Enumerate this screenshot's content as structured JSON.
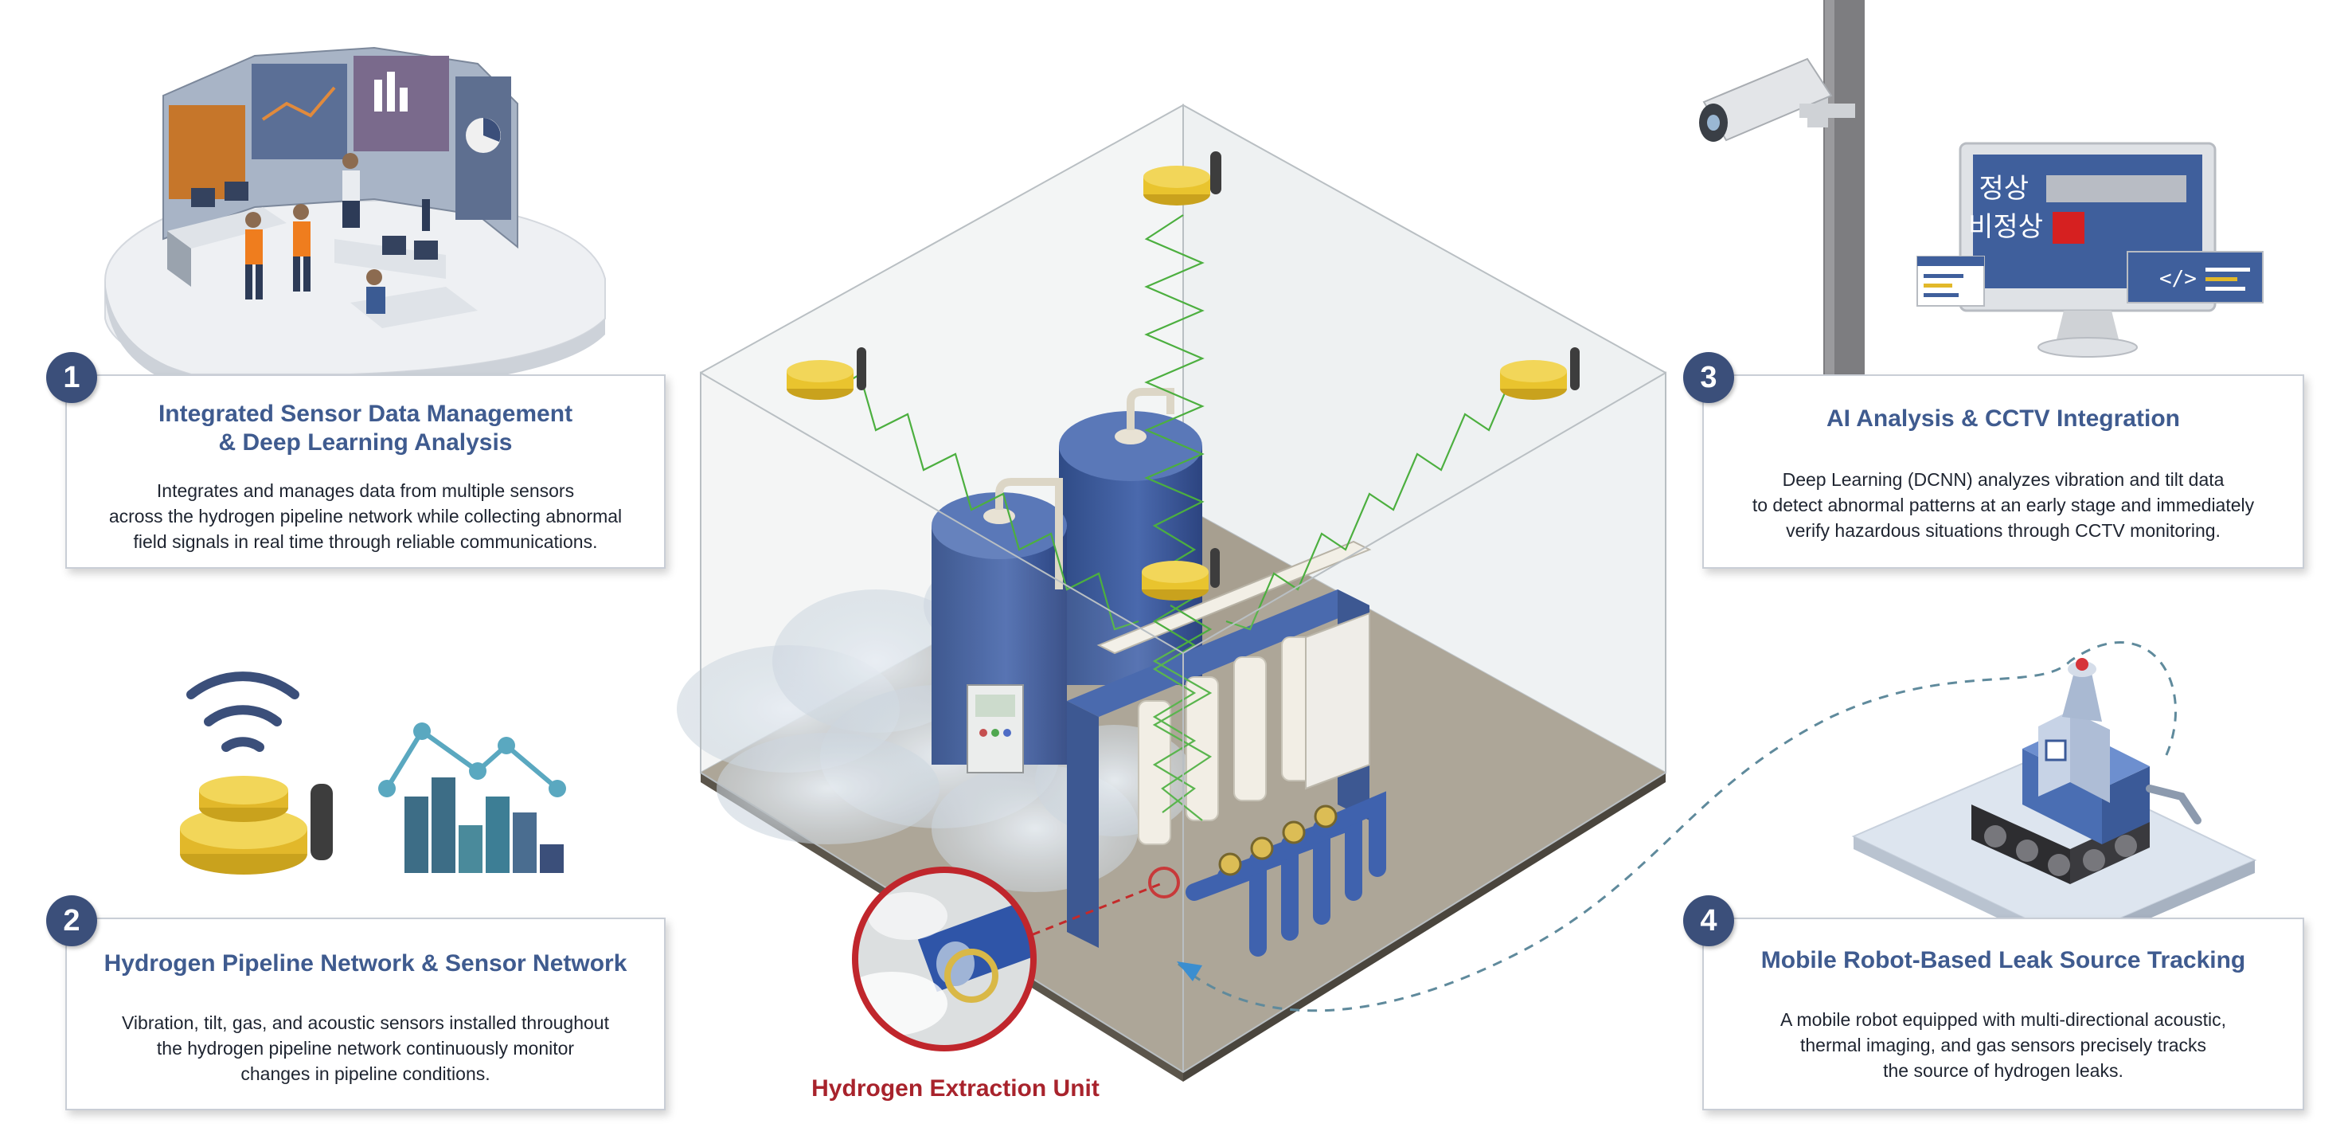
{
  "cards": [
    {
      "number": "1",
      "title": "Integrated Sensor Data Management\n& Deep Learning Analysis",
      "body": "Integrates and manages data from multiple sensors\nacross the hydrogen pipeline network while collecting  abnormal\nfield signals in real time through reliable communications."
    },
    {
      "number": "2",
      "title": "Hydrogen Pipeline Network & Sensor Network",
      "body": "Vibration, tilt, gas, and acoustic sensors installed throughout\nthe hydrogen pipeline network continuously monitor\nchanges in pipeline conditions."
    },
    {
      "number": "3",
      "title": "AI Analysis & CCTV Integration",
      "body": "Deep Learning (DCNN) analyzes vibration and tilt data\nto detect abnormal patterns at an early stage and immediately\nverify hazardous situations through CCTV monitoring."
    },
    {
      "number": "4",
      "title": "Mobile Robot-Based Leak Source Tracking",
      "body": "A mobile robot equipped with multi-directional acoustic,\nthermal imaging, and gas sensors precisely tracks\nthe source of hydrogen leaks."
    }
  ],
  "center": {
    "unit_label": "Hydrogen Extraction Unit"
  },
  "monitor": {
    "normal_label": "정상",
    "abnormal_label": "비정상"
  },
  "icons": [
    "control-room-illustration",
    "wifi-icon",
    "sensor-icon",
    "chart-icon",
    "cctv-camera-icon",
    "monitor-icon",
    "mobile-robot-icon",
    "magnifier-callout",
    "dashed-path-arrow"
  ],
  "colors": {
    "accent_blue": "#3f5b8f",
    "number_badge": "#3b4f7a",
    "sensor_yellow": "#e9c42e",
    "tank_blue": "#3d5b9e",
    "wave_green": "#4caf3f",
    "alert_red": "#d62020",
    "label_red": "#a8232c",
    "floor": "#a79f90"
  }
}
